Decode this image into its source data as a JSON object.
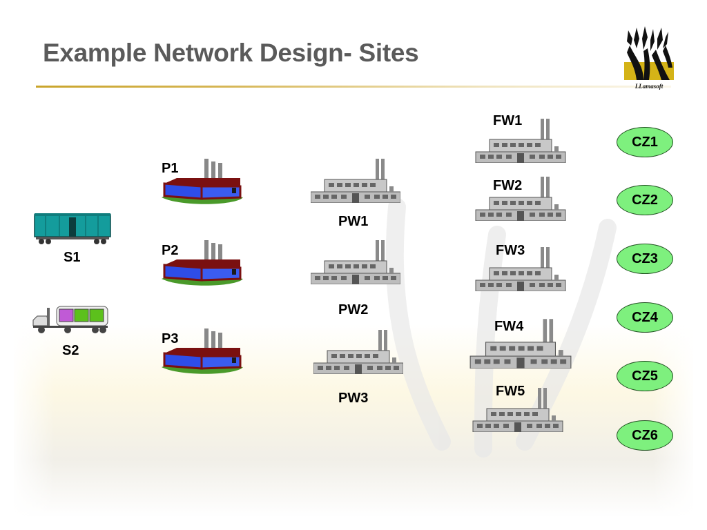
{
  "slide": {
    "title": "Example Network Design- Sites",
    "logo_text": "LLamasoft"
  },
  "colors": {
    "title": "#5a5a5a",
    "accent_rule": "#c9a42a",
    "customer_zone_fill": "#7ef07e",
    "plant_roof": "#2e4de8",
    "plant_wall": "#7a1010"
  },
  "suppliers": [
    {
      "label": "S1",
      "icon": "boxcar-icon"
    },
    {
      "label": "S2",
      "icon": "tanker-truck-icon"
    }
  ],
  "plants": [
    {
      "label": "P1",
      "icon": "plant-icon"
    },
    {
      "label": "P2",
      "icon": "plant-icon"
    },
    {
      "label": "P3",
      "icon": "plant-icon"
    }
  ],
  "plant_warehouses": [
    {
      "label": "PW1",
      "icon": "warehouse-icon"
    },
    {
      "label": "PW2",
      "icon": "warehouse-icon"
    },
    {
      "label": "PW3",
      "icon": "warehouse-icon"
    }
  ],
  "field_warehouses": [
    {
      "label": "FW1",
      "icon": "warehouse-icon"
    },
    {
      "label": "FW2",
      "icon": "warehouse-icon"
    },
    {
      "label": "FW3",
      "icon": "warehouse-icon"
    },
    {
      "label": "FW4",
      "icon": "warehouse-icon"
    },
    {
      "label": "FW5",
      "icon": "warehouse-icon"
    }
  ],
  "customer_zones": [
    {
      "label": "CZ1"
    },
    {
      "label": "CZ2"
    },
    {
      "label": "CZ3"
    },
    {
      "label": "CZ4"
    },
    {
      "label": "CZ5"
    },
    {
      "label": "CZ6"
    }
  ]
}
